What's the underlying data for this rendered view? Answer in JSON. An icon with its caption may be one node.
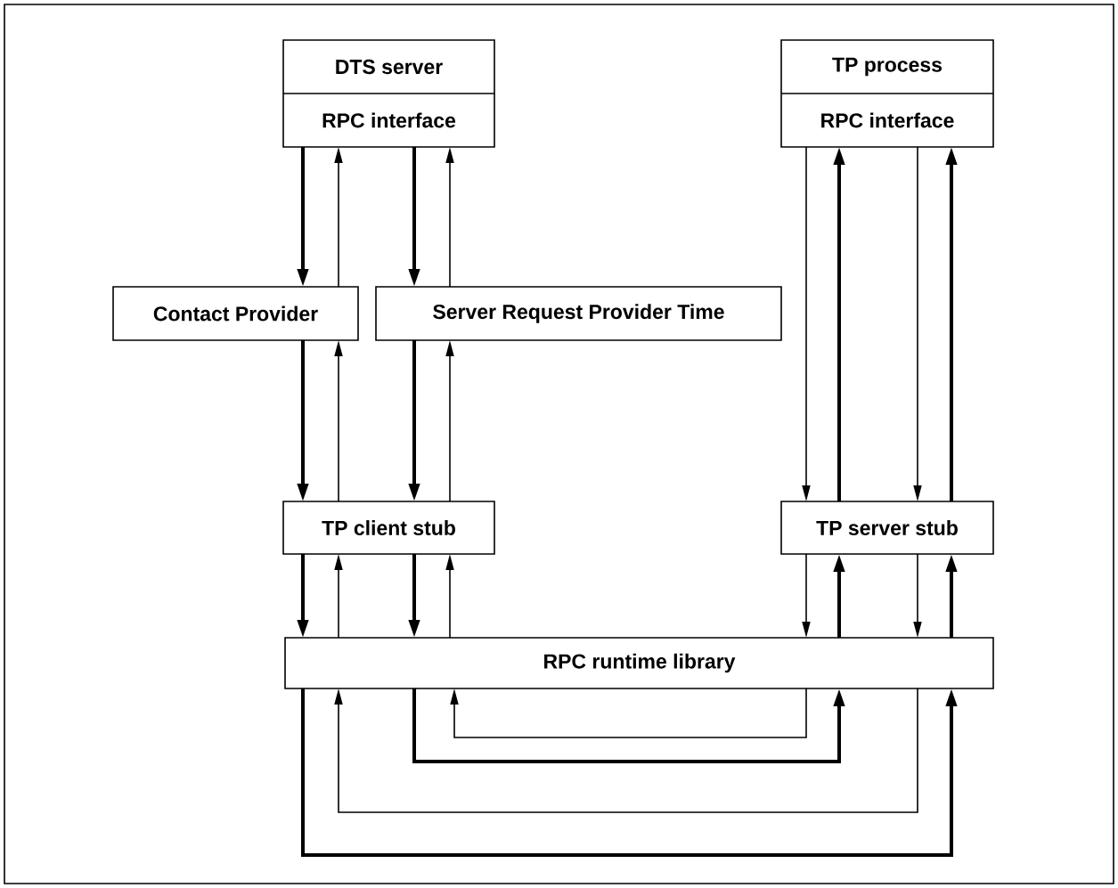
{
  "diagram": {
    "nodes": [
      {
        "text": [
          "DTS server",
          "RPC interface"
        ]
      },
      {
        "text": [
          "TP process",
          "RPC interface"
        ]
      },
      {
        "text": [
          "Contact Provider"
        ]
      },
      {
        "text": [
          "Server Request Provider Time"
        ]
      },
      {
        "text": [
          "TP client stub"
        ]
      },
      {
        "text": [
          "TP server stub"
        ]
      },
      {
        "text": [
          "RPC runtime library"
        ]
      }
    ],
    "edges": [
      {
        "from": 0,
        "to": 2,
        "arrow": "to",
        "style": "thick"
      },
      {
        "from": 2,
        "to": 0,
        "arrow": "to"
      },
      {
        "from": 0,
        "to": 3,
        "arrow": "to",
        "style": "thick"
      },
      {
        "from": 3,
        "to": 0,
        "arrow": "to"
      },
      {
        "from": 2,
        "to": 4,
        "arrow": "to",
        "style": "thick"
      },
      {
        "from": 4,
        "to": 2,
        "arrow": "to"
      },
      {
        "from": 3,
        "to": 4,
        "arrow": "to",
        "style": "thick"
      },
      {
        "from": 4,
        "to": 3,
        "arrow": "to"
      },
      {
        "from": 4,
        "to": 6,
        "arrow": "to",
        "style": "thick"
      },
      {
        "from": 6,
        "to": 4,
        "arrow": "to"
      },
      {
        "from": 4,
        "to": 6,
        "arrow": "to",
        "style": "thick"
      },
      {
        "from": 6,
        "to": 4,
        "arrow": "to"
      },
      {
        "from": 1,
        "to": 5,
        "arrow": "to"
      },
      {
        "from": 5,
        "to": 1,
        "arrow": "to",
        "style": "thick"
      },
      {
        "from": 1,
        "to": 5,
        "arrow": "to"
      },
      {
        "from": 5,
        "to": 1,
        "arrow": "to",
        "style": "thick"
      },
      {
        "from": 5,
        "to": 6,
        "arrow": "to"
      },
      {
        "from": 6,
        "to": 5,
        "arrow": "to",
        "style": "thick"
      },
      {
        "from": 5,
        "to": 6,
        "arrow": "to"
      },
      {
        "from": 6,
        "to": 5,
        "arrow": "to",
        "style": "thick"
      },
      {
        "from": 6,
        "to": 6,
        "arrow": "to"
      },
      {
        "from": 6,
        "to": 6,
        "arrow": "to",
        "style": "thick"
      },
      {
        "from": 6,
        "to": 6,
        "arrow": "to"
      },
      {
        "from": 6,
        "to": 6,
        "arrow": "to",
        "style": "thick"
      }
    ]
  }
}
